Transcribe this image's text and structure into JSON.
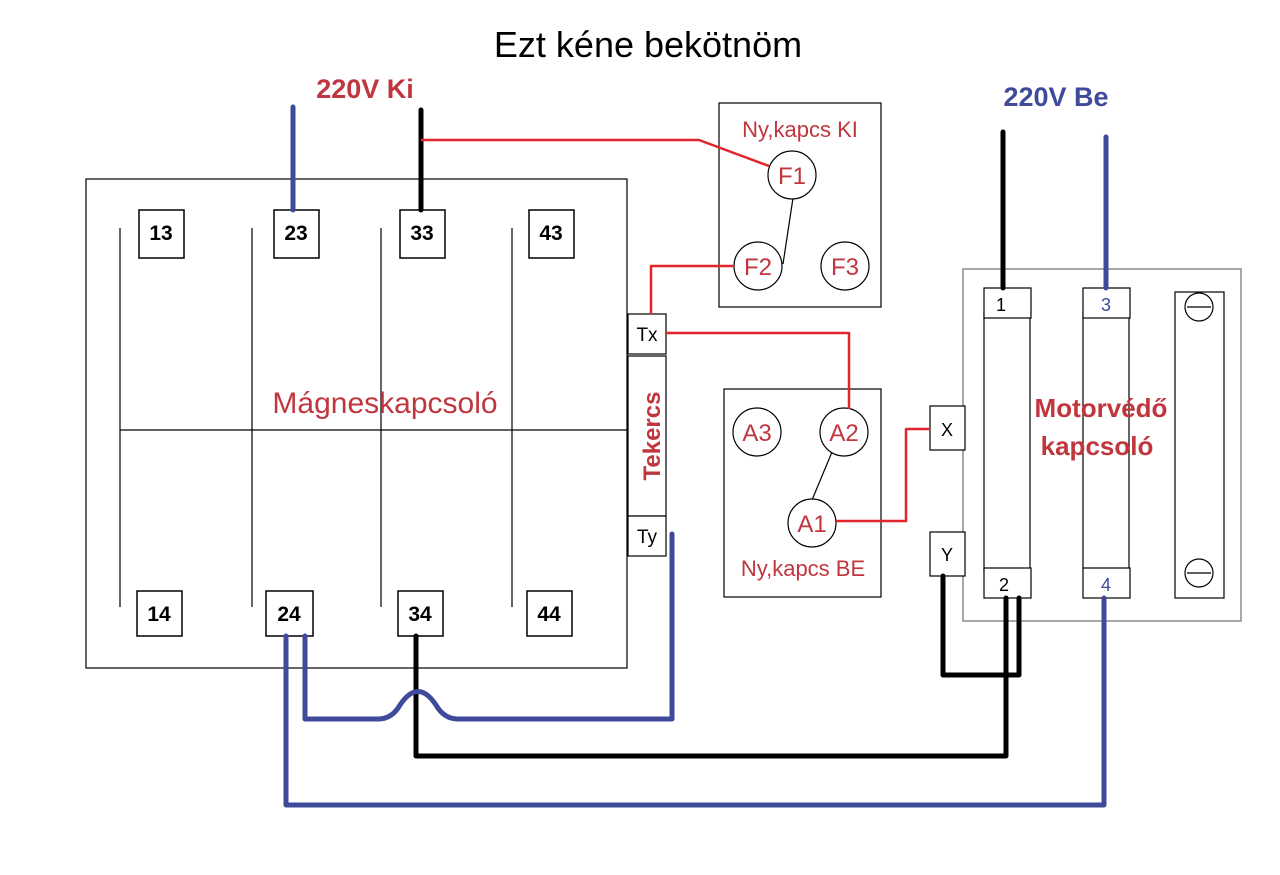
{
  "title": "Ezt kéne bekötnöm",
  "supply_out_label": "220V Ki",
  "supply_in_label": "220V Be",
  "contactor": {
    "name": "Mágneskapcsoló",
    "coil_label": "Tekercs",
    "coil_top_terminal": "Tx",
    "coil_bottom_terminal": "Ty",
    "top_terminals": [
      "13",
      "23",
      "33",
      "43"
    ],
    "bottom_terminals": [
      "14",
      "24",
      "34",
      "44"
    ]
  },
  "stop_switch": {
    "label": "Ny,kapcs KI",
    "terminals": [
      "F1",
      "F2",
      "F3"
    ]
  },
  "start_switch": {
    "label": "Ny,kapcs BE",
    "terminals": [
      "A3",
      "A2",
      "A1"
    ]
  },
  "motor_protector": {
    "name_line1": "Motorvédő",
    "name_line2": "kapcsoló",
    "terminals": [
      "1",
      "3",
      "2",
      "4"
    ],
    "aux_terminals": [
      "X",
      "Y"
    ]
  },
  "colors": {
    "red_wire": "#e0252c",
    "blue_wire": "#3f4a9a",
    "black_wire": "#000000",
    "red_text": "#c0363e"
  }
}
